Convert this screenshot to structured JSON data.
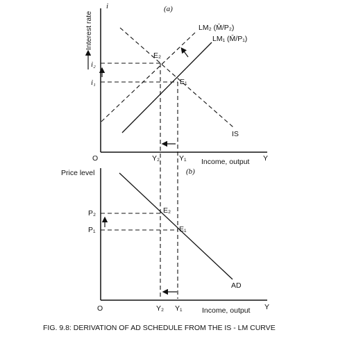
{
  "top_panel": {
    "panel_label": "(a)",
    "y_axis_symbol": "i",
    "y_axis_label": "Interest rate",
    "x_axis_label": "Income, output",
    "x_axis_symbol": "Y",
    "origin": "O",
    "curve_lm2": "LM₂ (M̄/P₂)",
    "curve_lm1": "LM₁ (M̄/P₁)",
    "curve_is": "IS",
    "point_e2": "E₂",
    "point_e1": "E₁",
    "tick_i2": "i₂",
    "tick_i1": "i₁",
    "tick_y2": "Y₂",
    "tick_y1": "Y₁"
  },
  "bottom_panel": {
    "panel_label": "(b)",
    "y_axis_label": "Price level",
    "x_axis_label": "Income, output",
    "x_axis_symbol": "Y",
    "origin": "O",
    "curve_ad": "AD",
    "point_e2": "E₂",
    "point_e1": "E₁",
    "tick_p2": "P₂",
    "tick_p1": "P₁",
    "tick_y2": "Y₂",
    "tick_y1": "Y₁"
  },
  "caption": "FIG. 9.8: DERIVATION OF AD SCHEDULE FROM THE IS - LM CURVE"
}
